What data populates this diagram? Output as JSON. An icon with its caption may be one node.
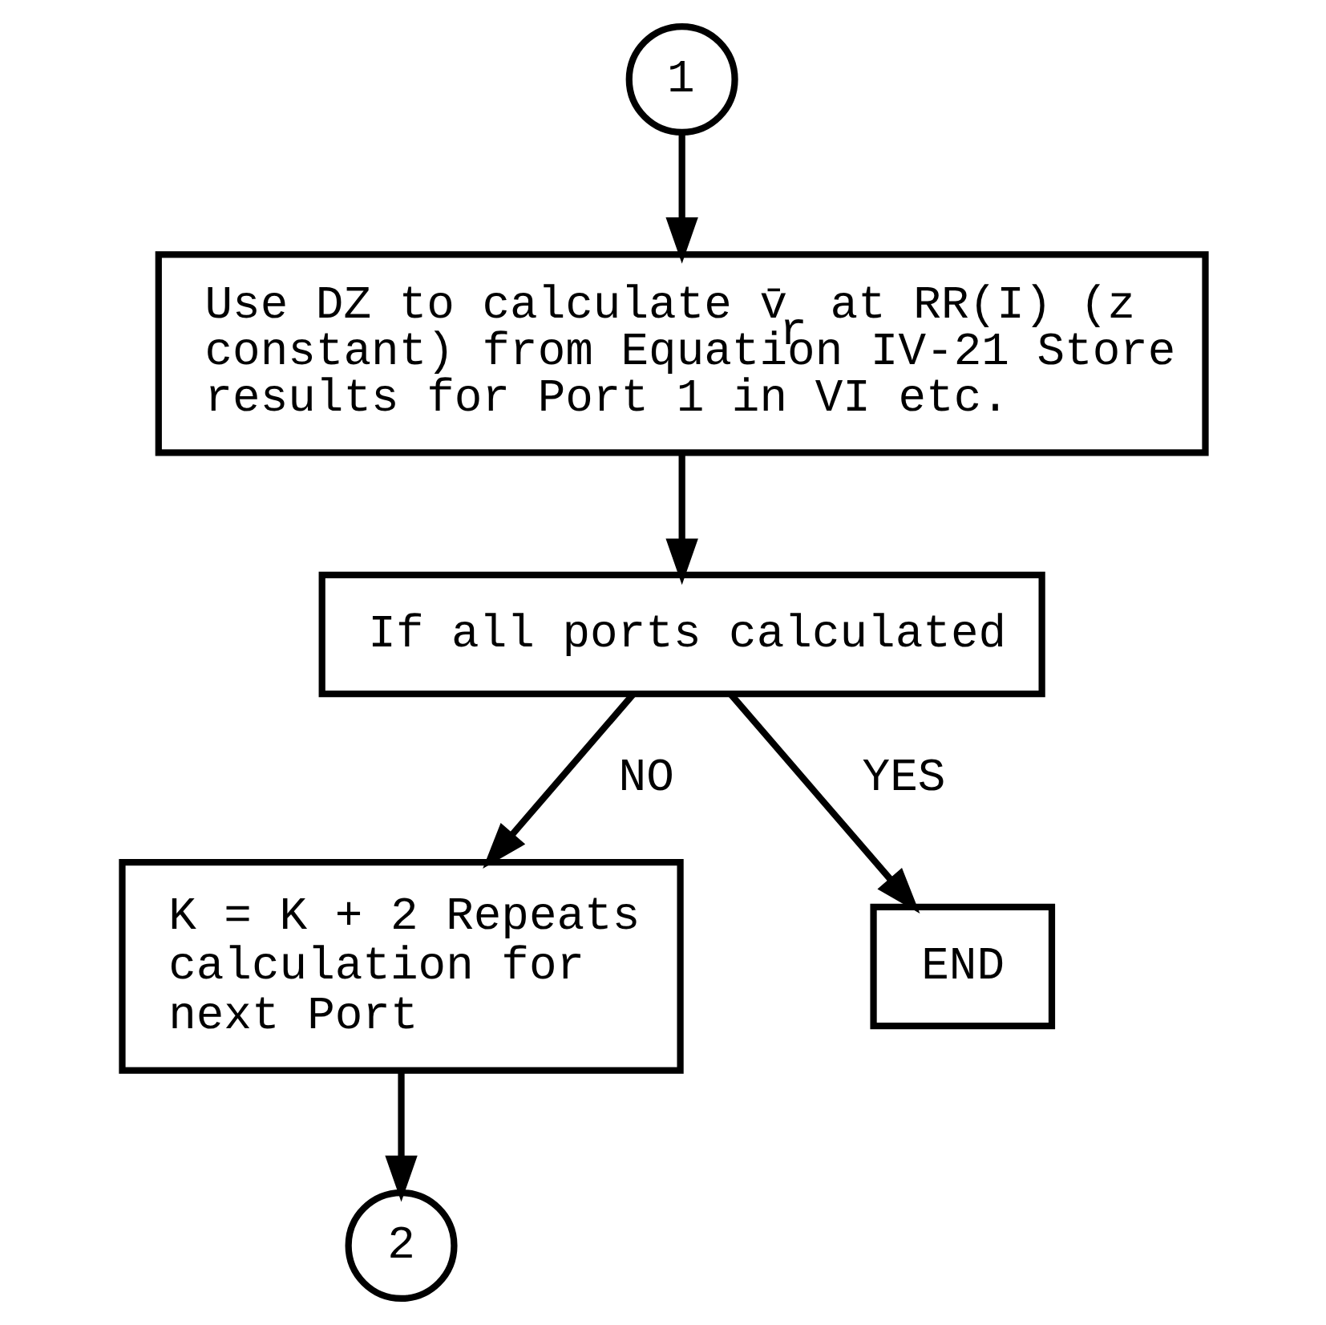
{
  "diagram": {
    "nodes": [
      {
        "text": [
          "1"
        ]
      },
      {
        "text": [
          "Use DZ to calculate v̄$_{r}$ at RR(I) (z constant) from Equation IV-21 Store results for Port 1 in VI etc."
        ]
      },
      {
        "text": [
          "If all ports calculated"
        ]
      },
      {
        "text": [
          "END"
        ]
      },
      {
        "text": [
          "K = K + 2 Repeats calculation for next Port"
        ]
      },
      {
        "text": [
          "2"
        ]
      }
    ],
    "edges": [
      {
        "from": 0,
        "to": 1,
        "arrow": "to"
      },
      {
        "from": 1,
        "to": 2,
        "arrow": "to"
      },
      {
        "from": 2,
        "to": 4,
        "arrow": "to",
        "label": "NO"
      },
      {
        "from": 2,
        "to": 3,
        "arrow": "to",
        "label": "YES"
      },
      {
        "from": 4,
        "to": 5,
        "arrow": "to"
      }
    ]
  }
}
